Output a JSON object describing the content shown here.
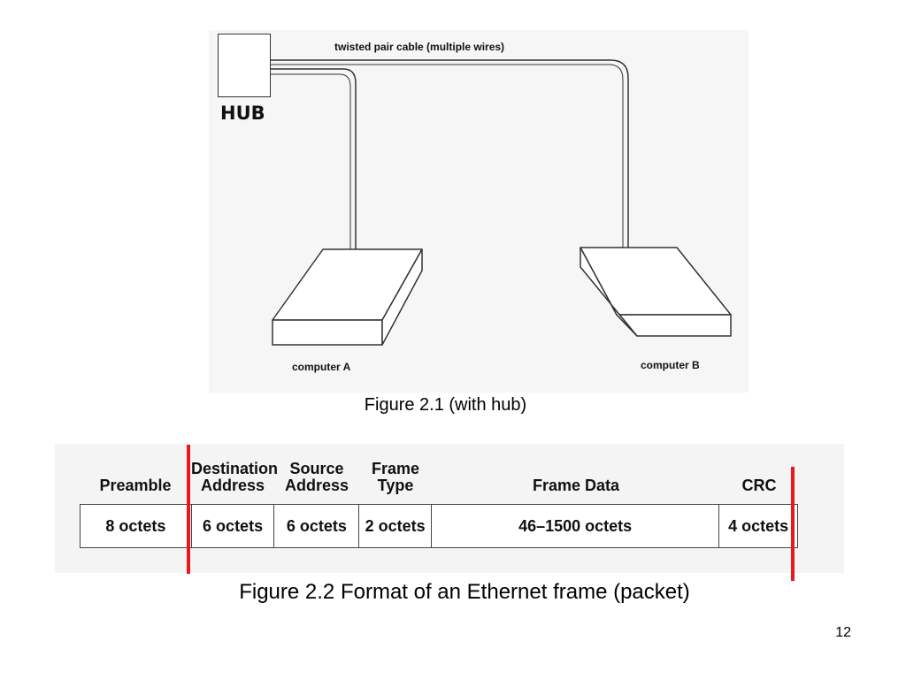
{
  "slide": {
    "page_number": "12"
  },
  "figure1": {
    "hub_label": "HUB",
    "cable_label": "twisted pair cable (multiple wires)",
    "computer_a_label": "computer A",
    "computer_b_label": "computer B",
    "caption": "Figure 2.1 (with hub)"
  },
  "figure2": {
    "caption": "Figure 2.2 Format of an Ethernet frame (packet)",
    "marker_color": "#e8181e",
    "fields": [
      {
        "header_lines": [
          "Preamble"
        ],
        "size": "8 octets"
      },
      {
        "header_lines": [
          "Destination",
          "Address"
        ],
        "size": "6 octets"
      },
      {
        "header_lines": [
          "Source",
          "Address"
        ],
        "size": "6 octets"
      },
      {
        "header_lines": [
          "Frame",
          "Type"
        ],
        "size": "2 octets"
      },
      {
        "header_lines": [
          "Frame Data"
        ],
        "size": "46–1500 octets"
      },
      {
        "header_lines": [
          "CRC"
        ],
        "size": "4 octets"
      }
    ]
  }
}
